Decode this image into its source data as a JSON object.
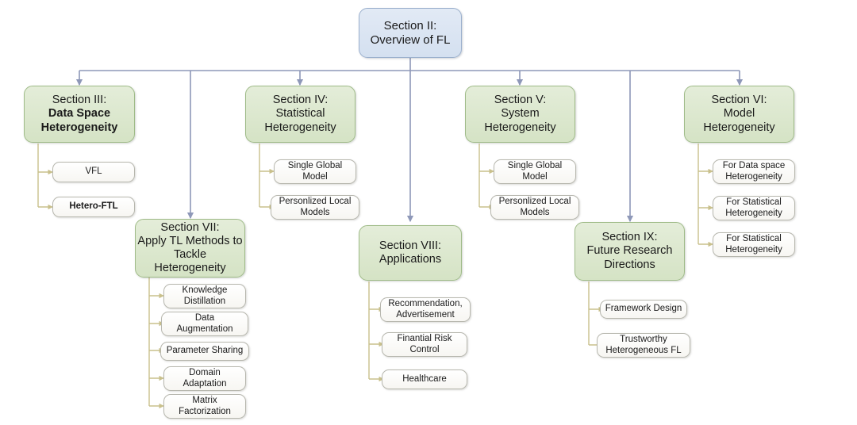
{
  "diagram": {
    "type": "tree",
    "title": "Survey organization tree of heterogeneous federated learning",
    "colors": {
      "root_fill": "#dbe5f1",
      "root_border": "#9bb0cd",
      "section_fill": "#dde8d0",
      "section_border": "#9fbb88",
      "leaf_fill": "#ffffff",
      "leaf_border": "#b7b7ae",
      "trunk_edge": "#8e98b8",
      "branch_edge": "#c9c08c",
      "background": "#ffffff"
    }
  },
  "nodes": {
    "root": {
      "line1": "Section II:",
      "line2": "Overview of FL"
    },
    "section3": {
      "line1": "Section III:",
      "line2": "Data Space",
      "line3": "Heterogeneity"
    },
    "section4": {
      "line1": "Section IV:",
      "line2": "Statistical",
      "line3": "Heterogeneity"
    },
    "section5": {
      "line1": "Section V:",
      "line2": "System",
      "line3": "Heterogeneity"
    },
    "section6": {
      "line1": "Section VI:",
      "line2": "Model",
      "line3": "Heterogeneity"
    },
    "section7": {
      "line1": "Section VII:",
      "line2": "Apply TL Methods to",
      "line3": "Tackle",
      "line4": "Heterogeneity"
    },
    "section8": {
      "line1": "Section VIII:",
      "line2": "Applications"
    },
    "section9": {
      "line1": "Section IX:",
      "line2": "Future Research",
      "line3": "Directions"
    }
  },
  "leaves": {
    "s3": [
      {
        "label": "VFL",
        "bold": false
      },
      {
        "label": "Hetero-FTL",
        "bold": true
      }
    ],
    "s4": [
      {
        "label": "Single Global\nModel",
        "bold": false
      },
      {
        "label": "Personlized Local\nModels",
        "bold": false
      }
    ],
    "s5": [
      {
        "label": "Single Global\nModel",
        "bold": false
      },
      {
        "label": "Personlized Local\nModels",
        "bold": false
      }
    ],
    "s6": [
      {
        "label": "For Data space\nHeterogeneity",
        "bold": false
      },
      {
        "label": "For Statistical\nHeterogeneity",
        "bold": false
      },
      {
        "label": "For Statistical\nHeterogeneity",
        "bold": false
      }
    ],
    "s7": [
      {
        "label": "Knowledge\nDistillation",
        "bold": false
      },
      {
        "label": "Data\nAugmentation",
        "bold": false
      },
      {
        "label": "Parameter Sharing",
        "bold": false
      },
      {
        "label": "Domain\nAdaptation",
        "bold": false
      },
      {
        "label": "Matrix\nFactorization",
        "bold": false
      }
    ],
    "s8": [
      {
        "label": "Recommendation,\nAdvertisement",
        "bold": false
      },
      {
        "label": "Finantial Risk\nControl",
        "bold": false
      },
      {
        "label": "Healthcare",
        "bold": false
      }
    ],
    "s9": [
      {
        "label": "Framework Design",
        "bold": false
      },
      {
        "label": "Trustworthy\nHeterogeneous FL",
        "bold": false
      }
    ]
  }
}
